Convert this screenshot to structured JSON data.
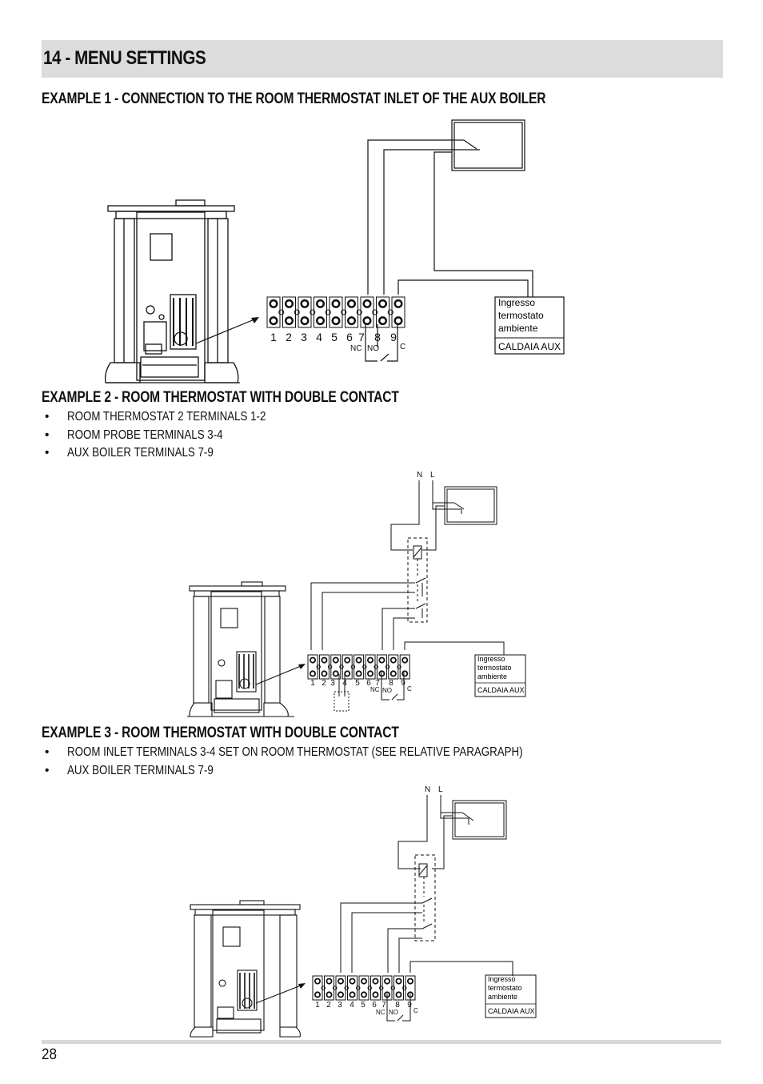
{
  "section_title": "14 - MENU SETTINGS",
  "example1": {
    "heading": "EXAMPLE 1 - CONNECTION TO THE ROOM THERMOSTAT INLET OF THE AUX BOILER"
  },
  "example2": {
    "heading": "EXAMPLE 2 - ROOM THERMOSTAT WITH DOUBLE CONTACT",
    "bullets": [
      "ROOM THERMOSTAT 2 TERMINALS 1-2",
      "ROOM PROBE TERMINALS 3-4",
      "AUX BOILER TERMINALS 7-9"
    ]
  },
  "example3": {
    "heading": "EXAMPLE 3 - ROOM THERMOSTAT WITH DOUBLE CONTACT",
    "bullets": [
      "ROOM INLET TERMINALS 3-4 SET ON ROOM THERMOSTAT (SEE RELATIVE PARAGRAPH)",
      "AUX BOILER TERMINALS 7-9"
    ]
  },
  "diagram_labels": {
    "terminal_numbers": [
      "1",
      "2",
      "3",
      "4",
      "5",
      "6",
      "7",
      "8",
      "9"
    ],
    "nc": "NC",
    "no": "NO",
    "c": "C",
    "n": "N",
    "l": "L",
    "boiler_box_lines": [
      "Ingresso",
      "termostato",
      "ambiente"
    ],
    "boiler_box_caption": "CALDAIA AUX"
  },
  "page_number": "28"
}
